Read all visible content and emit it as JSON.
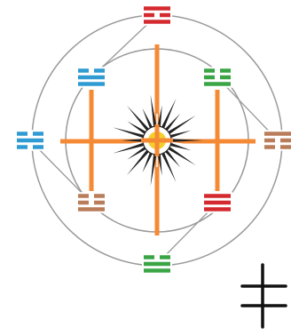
{
  "colors": {
    "background": "#ffffff",
    "ring": "#9a9a9a",
    "cross": "#f58a35",
    "sun_core": "#f4cf2a",
    "sun_rays": "#222222",
    "trigram_red": "#d42a2f",
    "trigram_blue": "#2f9bd2",
    "trigram_green": "#3aa545",
    "trigram_brown": "#b97d59",
    "symbol": "#111111"
  },
  "trigrams": [
    {
      "id": "outer-top",
      "color_key": "trigram_red",
      "lines": [
        1,
        0,
        1
      ]
    },
    {
      "id": "inner-top-left",
      "color_key": "trigram_blue",
      "lines": [
        0,
        1,
        1
      ]
    },
    {
      "id": "inner-top-right",
      "color_key": "trigram_green",
      "lines": [
        0,
        0,
        1
      ]
    },
    {
      "id": "outer-left",
      "color_key": "trigram_blue",
      "lines": [
        0,
        1,
        0
      ]
    },
    {
      "id": "outer-right",
      "color_key": "trigram_brown",
      "lines": [
        1,
        0,
        0
      ]
    },
    {
      "id": "inner-bottom-left",
      "color_key": "trigram_brown",
      "lines": [
        0,
        0,
        1
      ]
    },
    {
      "id": "inner-bottom-right",
      "color_key": "trigram_red",
      "lines": [
        1,
        1,
        1
      ]
    },
    {
      "id": "outer-bottom",
      "color_key": "trigram_green",
      "lines": [
        0,
        1,
        1
      ]
    }
  ],
  "icons": {
    "center": "sun-icon",
    "corner": "double-cross-symbol-icon"
  }
}
